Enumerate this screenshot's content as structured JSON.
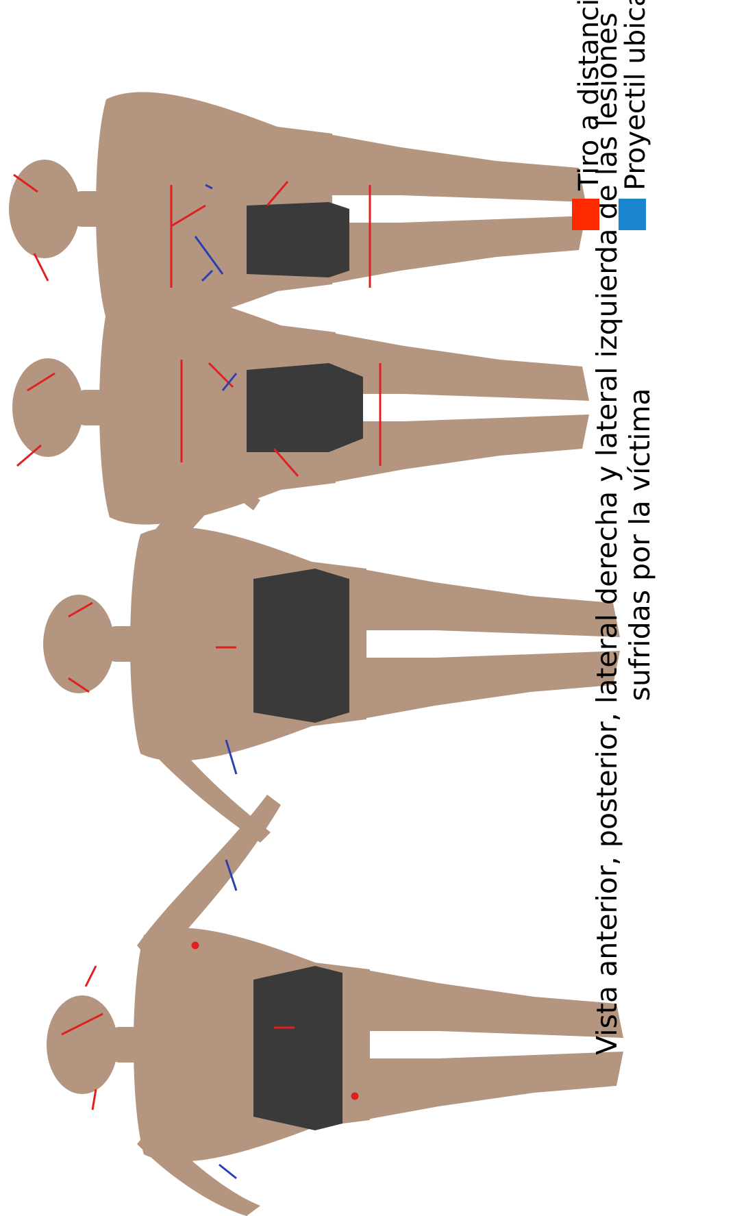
{
  "caption": {
    "line1": "Vista anterior, posterior, lateral derecha y lateral izquierda de las lesiones",
    "line2": "sufridas por la víctima"
  },
  "legend": {
    "items": [
      {
        "label": "Tiro a distancia",
        "color": "#ff2a00",
        "icon": "red-square"
      },
      {
        "label": "Proyectil ubicado",
        "color": "#1a86d0",
        "icon": "blue-square"
      }
    ]
  },
  "colors": {
    "skin": "#b39580",
    "shorts": "#3a3a3a",
    "wound_red": "#e02020",
    "trajectory_blue": "#2a3fb0"
  }
}
